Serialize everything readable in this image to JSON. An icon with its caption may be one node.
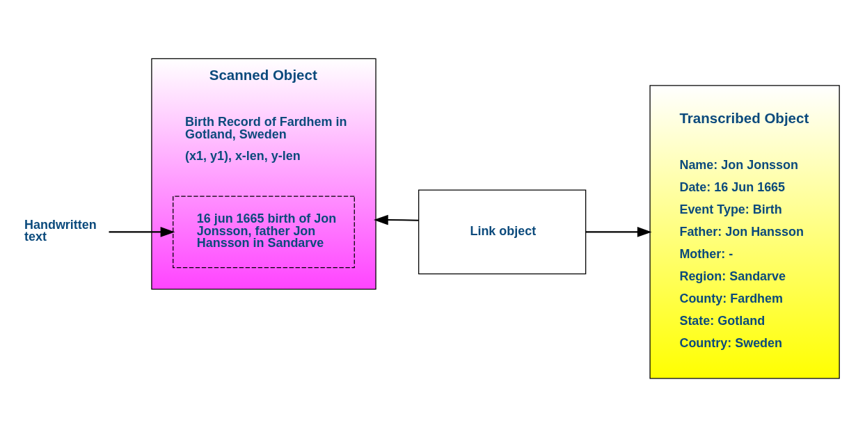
{
  "diagram": {
    "nodes": [
      {
        "text": [
          "Scanned Object",
          "Birth Record of Fardhem in Gotland, Sweden",
          "(x1, y1), x-len, y-len"
        ]
      },
      {
        "text": [
          "16 jun 1665 birth of Jon Jonsson, father Jon Hansson in Sandarve"
        ],
        "in": 0
      },
      {
        "text": [
          "Link object"
        ]
      },
      {
        "text": [
          "Transcribed Object",
          "Name: Jon Jonsson",
          "Date: 16 Jun 1665",
          "Event Type: Birth",
          "Father: Jon Hansson",
          "Mother: -",
          "Region: Sandarve",
          "County: Fardhem",
          "State: Gotland",
          "Country: Sweden"
        ]
      },
      {
        "text": [
          "Handwritten text"
        ]
      }
    ],
    "edges": [
      {
        "from": 2,
        "to": 0,
        "arrow": "to"
      },
      {
        "from": 2,
        "to": 3,
        "arrow": "to"
      },
      {
        "from": 4,
        "to": 1,
        "arrow": "to"
      }
    ]
  }
}
